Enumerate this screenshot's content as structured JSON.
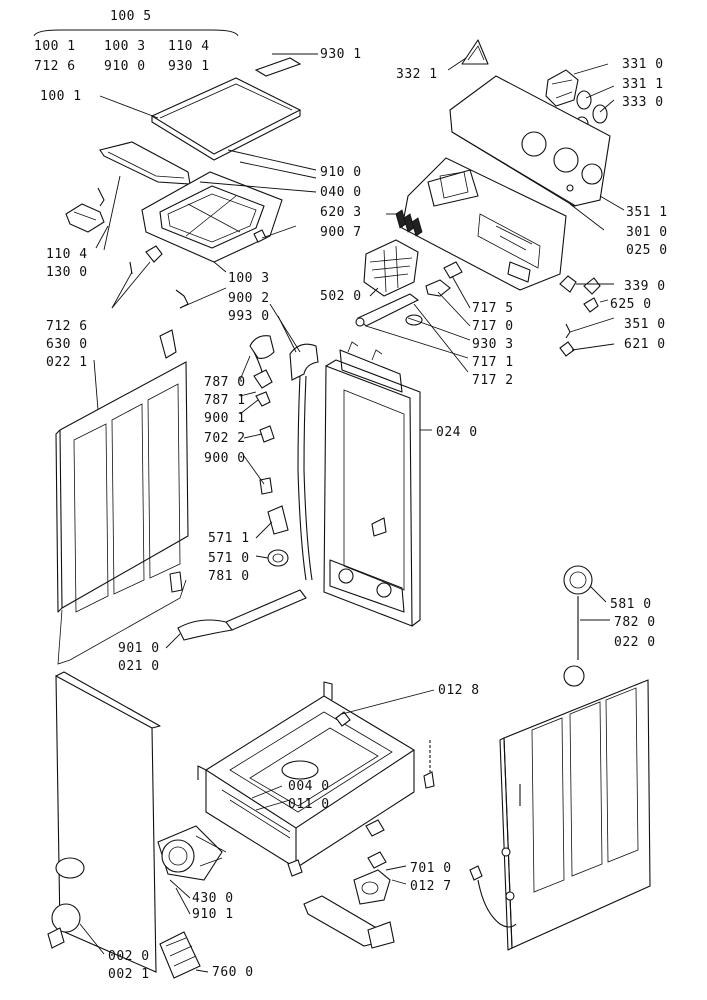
{
  "labels": {
    "l1005": "100 5",
    "l1001a": "100 1",
    "l1003a": "100 3",
    "l1104a": "110 4",
    "l7126a": "712 6",
    "l9100a": "910 0",
    "l9301a": "930 1",
    "l9301b": "930 1",
    "l3321": "332 1",
    "l3310": "331 0",
    "l3311": "331 1",
    "l3330": "333 0",
    "l1001b": "100 1",
    "l9100b": "910 0",
    "l0400": "040 0",
    "l6203": "620 3",
    "l9007": "900 7",
    "l3511a": "351 1",
    "l3010": "301 0",
    "l0250": "025 0",
    "l1104b": "110 4",
    "l1300": "130 0",
    "l1003b": "100 3",
    "l5020": "502 0",
    "l3390": "339 0",
    "l9002a": "900 2",
    "l7175": "717 5",
    "l6250": "625 0",
    "l9930": "993 0",
    "l7170": "717 0",
    "l3510": "351 0",
    "l9303": "930 3",
    "l6210": "621 0",
    "l7171": "717 1",
    "l7172": "717 2",
    "l7126b": "712 6",
    "l6300": "630 0",
    "l0221a": "022 1",
    "l7870": "787 0",
    "l7871": "787 1",
    "l9001": "900 1",
    "l7022": "702 2",
    "l9000": "900 0",
    "l0240": "024 0",
    "l5711": "571 1",
    "l5710": "571 0",
    "l7810": "781 0",
    "l5810": "581 0",
    "l7820": "782 0",
    "l0220": "022 0",
    "l9010": "901 0",
    "l0210": "021 0",
    "l0128": "012 8",
    "l0040": "004 0",
    "l0110": "011 0",
    "l7010": "701 0",
    "l0127": "012 7",
    "l4300": "430 0",
    "l9101": "910 1",
    "l0020": "002 0",
    "l0021": "002 1",
    "l7600": "760 0"
  }
}
